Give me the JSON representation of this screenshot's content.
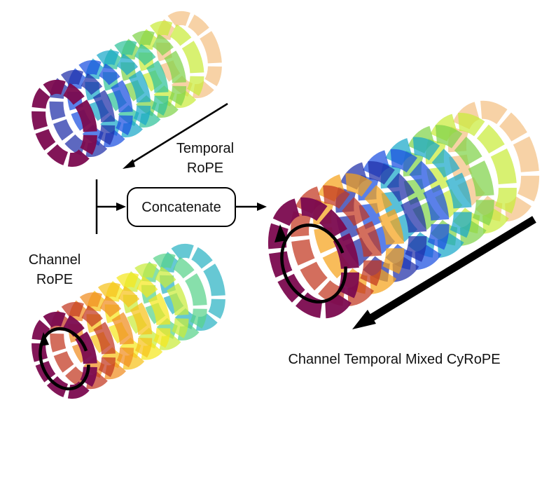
{
  "labels": {
    "temporal_line1": "Temporal",
    "temporal_line2": "RoPE",
    "channel_line1": "Channel",
    "channel_line2": "RoPE",
    "concatenate": "Concatenate",
    "mixed": "Channel Temporal Mixed CyRoPE"
  },
  "palettes": {
    "temporal": [
      "#7b0a4f",
      "#1f2ea8",
      "#1b4fe0",
      "#19a7c9",
      "#2fc29a",
      "#7fd34a",
      "#c9ec3a",
      "#f4c183"
    ],
    "channel": [
      "#7b0a4f",
      "#c2361f",
      "#f08c1e",
      "#f7c21a",
      "#f5e81e",
      "#c9ec3a",
      "#59d28a",
      "#2bb3c4"
    ],
    "mixed": [
      "#7b0a4f",
      "#c2361f",
      "#f5a21a",
      "#1f2ea8",
      "#1b4fe0",
      "#19a7c9",
      "#7fd34a",
      "#c9ec3a",
      "#f4c183"
    ]
  }
}
